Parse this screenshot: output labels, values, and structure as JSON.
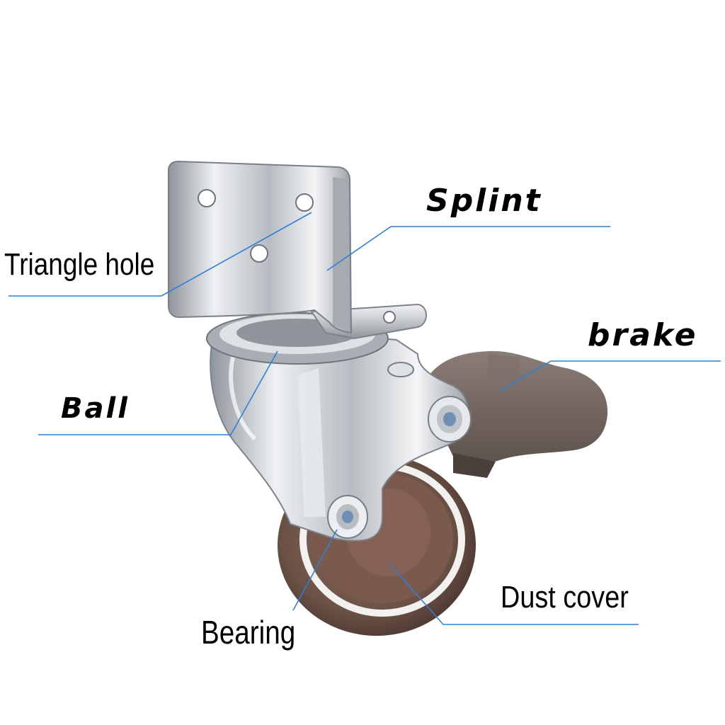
{
  "labels": {
    "splint": "Splint",
    "triangle_hole": "Triangle hole",
    "brake": "brake",
    "ball": "Ball",
    "dust_cover": "Dust cover",
    "bearing": "Bearing"
  },
  "colors": {
    "leader_line": "#2e7fd6",
    "wheel_tread": "#6e5448",
    "chrome": "#c9cdd2",
    "brake_pedal": "#6b5e58"
  }
}
